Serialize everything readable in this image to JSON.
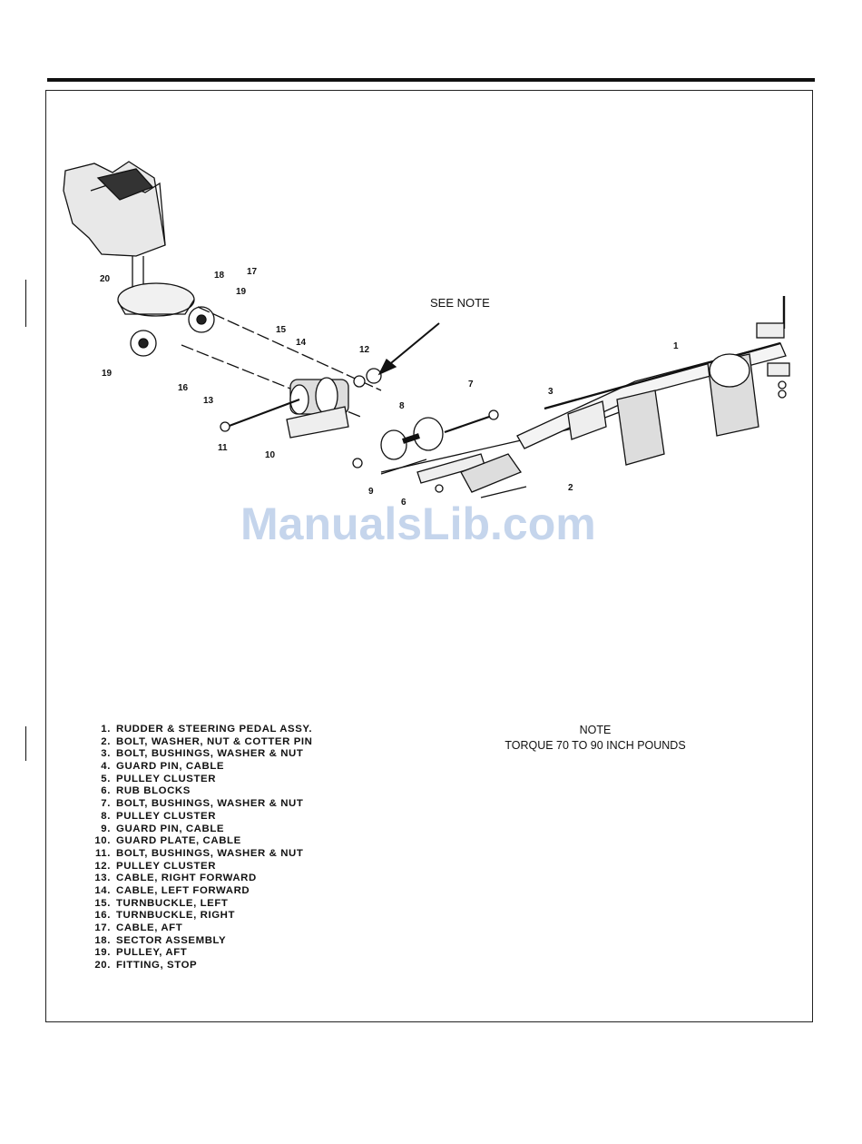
{
  "diagram": {
    "see_note": "SEE NOTE",
    "callouts": [
      "1",
      "2",
      "3",
      "6",
      "7",
      "8",
      "9",
      "10",
      "11",
      "12",
      "13",
      "14",
      "15",
      "16",
      "17",
      "18",
      "19",
      "19",
      "20"
    ]
  },
  "watermark": "ManualsLib.com",
  "legend": [
    {
      "num": "1.",
      "text": "RUDDER & STEERING PEDAL ASSY."
    },
    {
      "num": "2.",
      "text": "BOLT, WASHER, NUT & COTTER PIN"
    },
    {
      "num": "3.",
      "text": "BOLT, BUSHINGS, WASHER & NUT"
    },
    {
      "num": "4.",
      "text": "GUARD PIN, CABLE"
    },
    {
      "num": "5.",
      "text": "PULLEY CLUSTER"
    },
    {
      "num": "6.",
      "text": "RUB BLOCKS"
    },
    {
      "num": "7.",
      "text": "BOLT, BUSHINGS, WASHER & NUT"
    },
    {
      "num": "8.",
      "text": "PULLEY CLUSTER"
    },
    {
      "num": "9.",
      "text": "GUARD PIN, CABLE"
    },
    {
      "num": "10.",
      "text": "GUARD PLATE, CABLE"
    },
    {
      "num": "11.",
      "text": "BOLT, BUSHINGS, WASHER & NUT"
    },
    {
      "num": "12.",
      "text": "PULLEY CLUSTER"
    },
    {
      "num": "13.",
      "text": "CABLE, RIGHT FORWARD"
    },
    {
      "num": "14.",
      "text": "CABLE, LEFT FORWARD"
    },
    {
      "num": "15.",
      "text": "TURNBUCKLE, LEFT"
    },
    {
      "num": "16.",
      "text": "TURNBUCKLE, RIGHT"
    },
    {
      "num": "17.",
      "text": "CABLE, AFT"
    },
    {
      "num": "18.",
      "text": "SECTOR ASSEMBLY"
    },
    {
      "num": "19.",
      "text": "PULLEY, AFT"
    },
    {
      "num": "20.",
      "text": "FITTING, STOP"
    }
  ],
  "note": {
    "title": "NOTE",
    "text": "TORQUE 70 TO 90 INCH POUNDS"
  }
}
